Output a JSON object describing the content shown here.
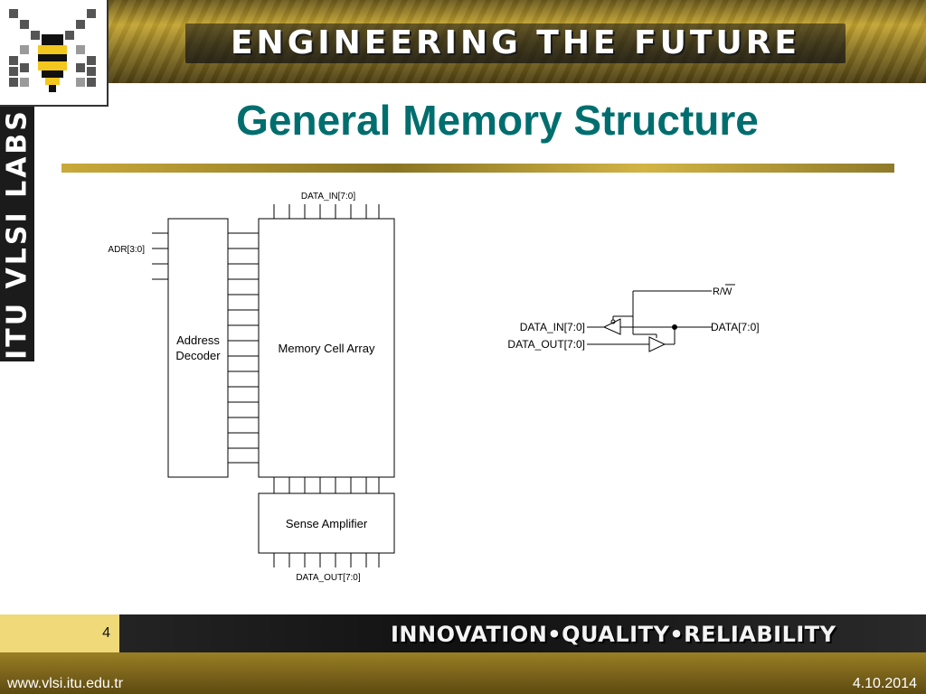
{
  "header": {
    "slogan": "ENGINEERING THE FUTURE",
    "side_label": "ITU VLSI LABS"
  },
  "slide": {
    "title": "General Memory Structure",
    "page_number": "4"
  },
  "diagram": {
    "data_in_label": "DATA_IN[7:0]",
    "adr_label": "ADR[3:0]",
    "address_decoder_line1": "Address",
    "address_decoder_line2": "Decoder",
    "memory_cell_array": "Memory Cell Array",
    "sense_amplifier": "Sense Amplifier",
    "data_out_label": "DATA_OUT[7:0]",
    "bus": {
      "rw_label": "R/",
      "rw_bar": "W",
      "data_in": "DATA_IN[7:0]",
      "data_out": "DATA_OUT[7:0]",
      "data": "DATA[7:0]"
    }
  },
  "footer": {
    "slogan": "INNOVATION•QUALITY•RELIABILITY",
    "url": "www.vlsi.itu.edu.tr",
    "date": "4.10.2014"
  },
  "colors": {
    "title": "#006e6e",
    "gold": "#c4a431",
    "footer_dark": "#111111"
  },
  "icons": {
    "logo": "bee-icon"
  }
}
